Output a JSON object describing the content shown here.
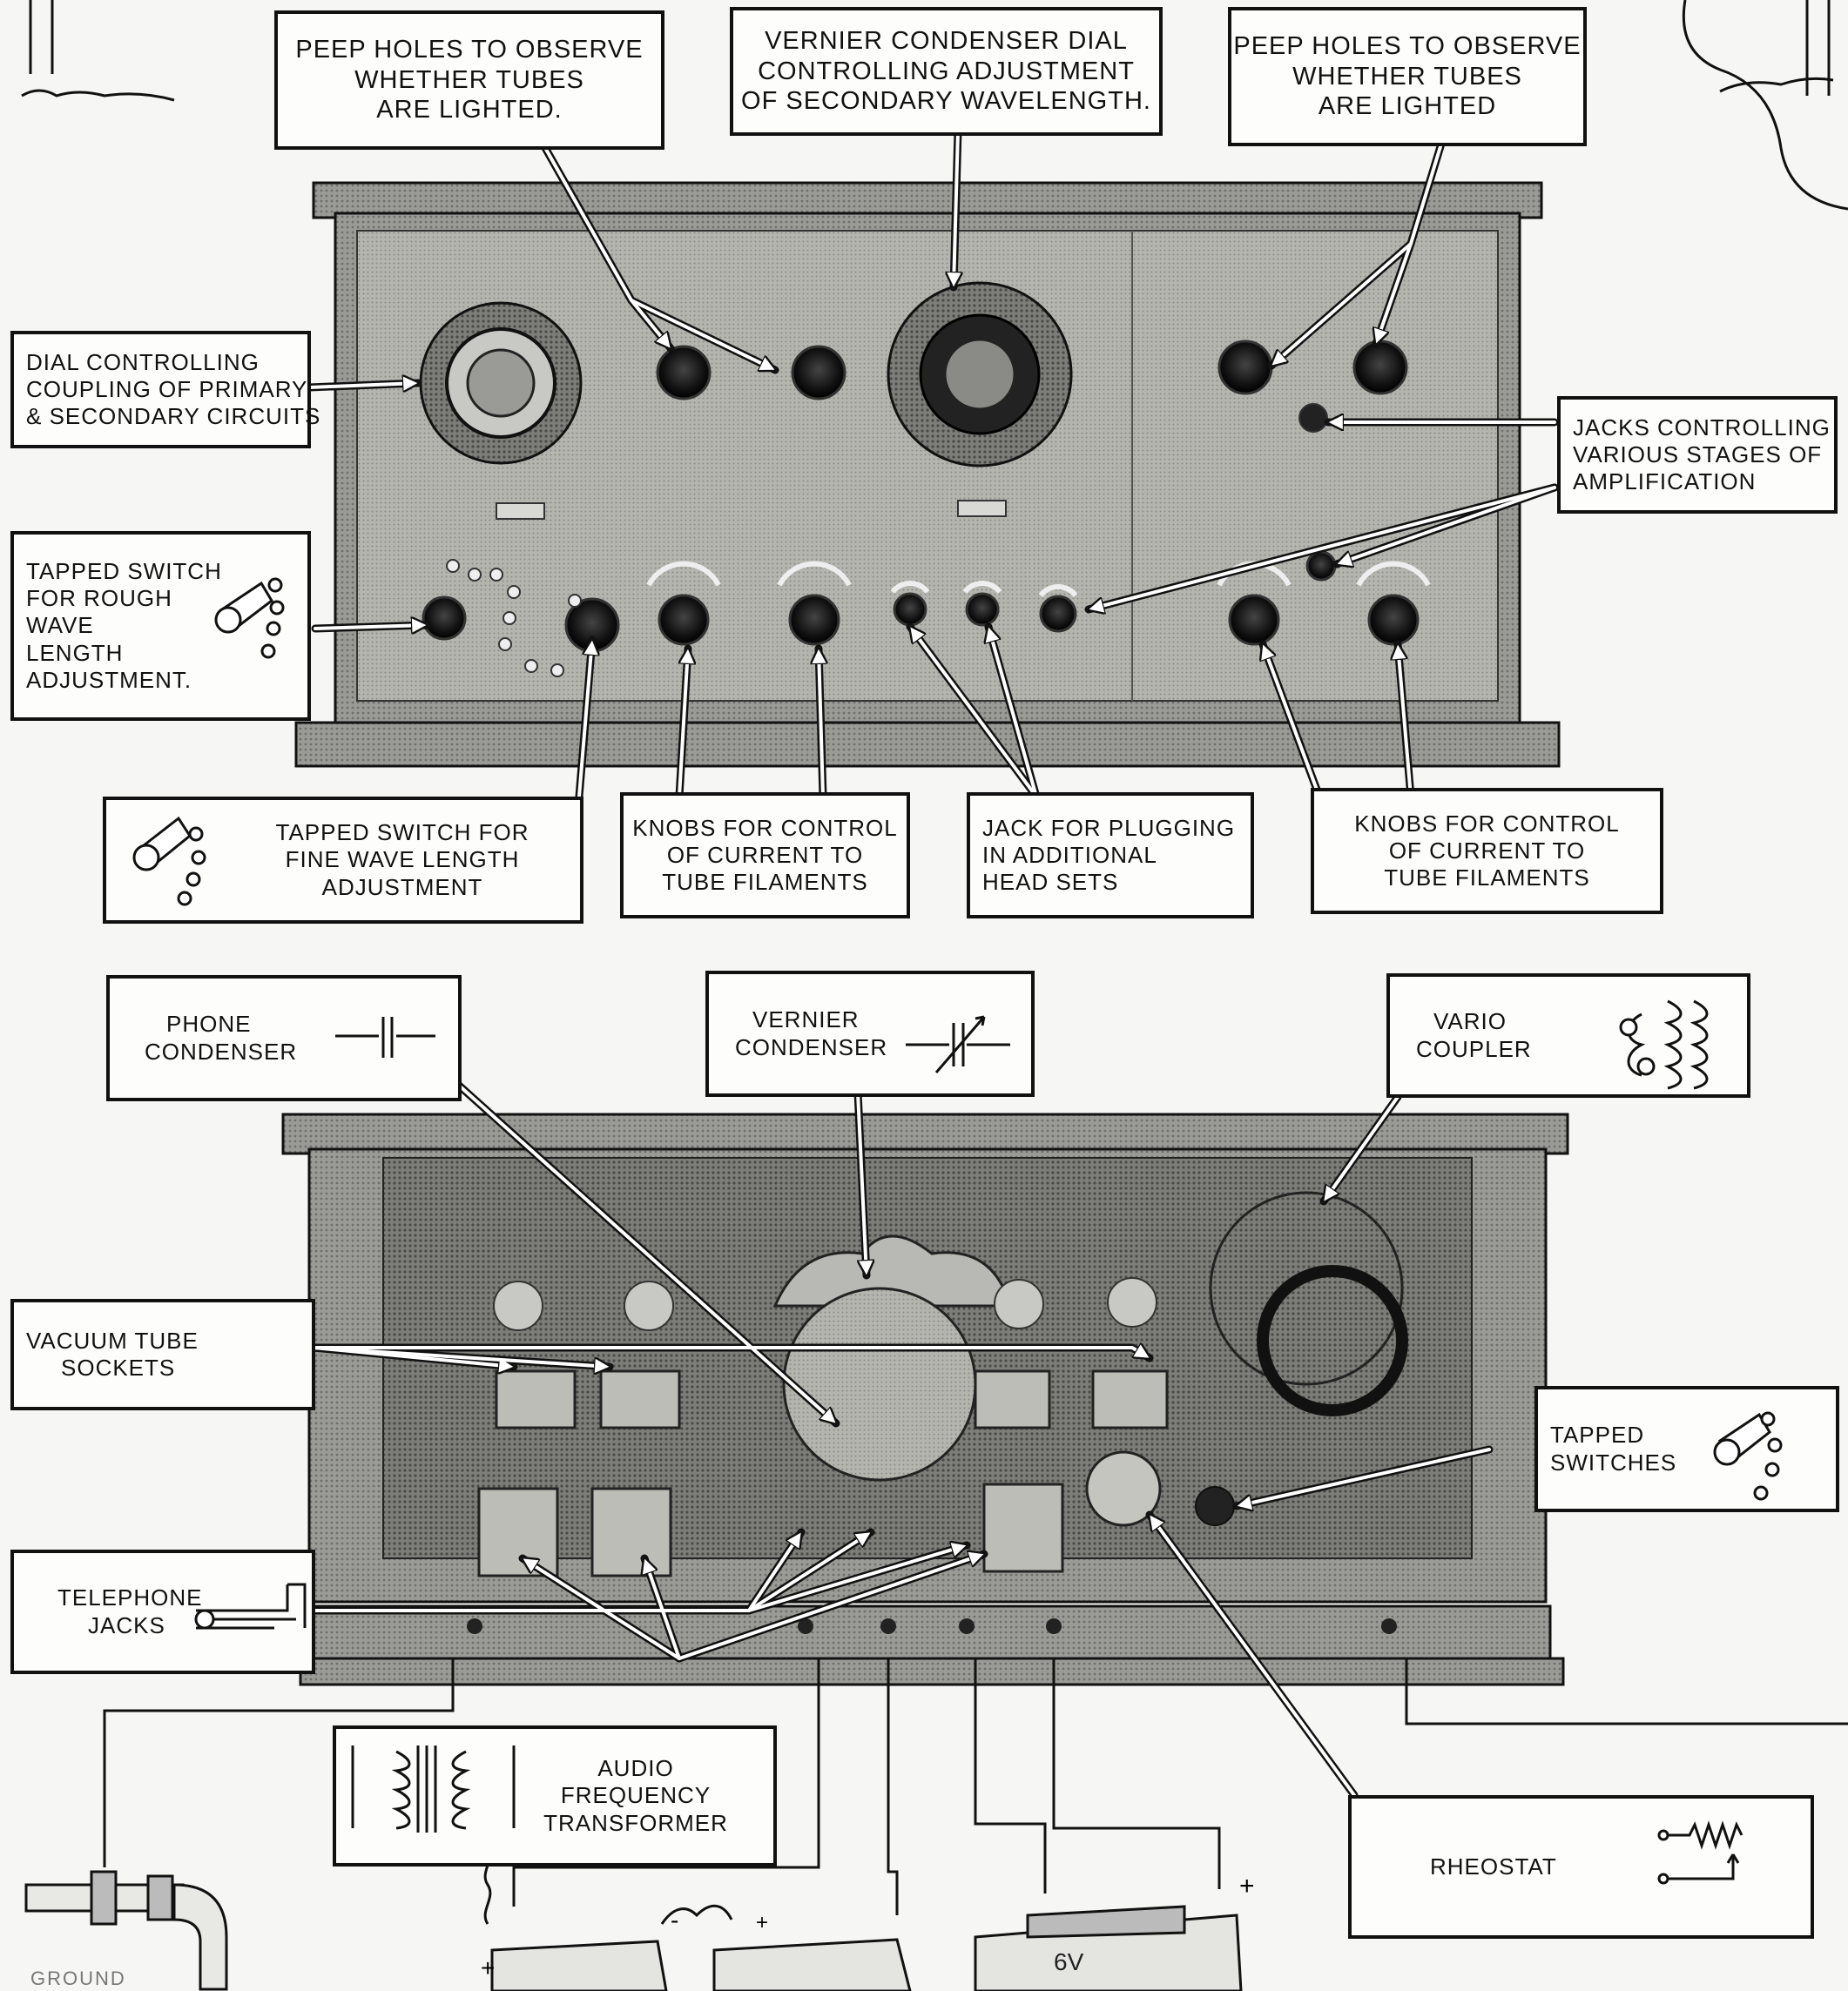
{
  "front_panel": {
    "peep_left": [
      "PEEP HOLES TO OBSERVE",
      "WHETHER TUBES",
      "ARE LIGHTED."
    ],
    "vernier_dial": [
      "VERNIER CONDENSER DIAL",
      "CONTROLLING ADJUSTMENT",
      "OF SECONDARY WAVELENGTH."
    ],
    "peep_right": [
      "PEEP HOLES TO OBSERVE",
      "WHETHER TUBES",
      "ARE LIGHTED"
    ],
    "dial_coupling": [
      "DIAL CONTROLLING",
      "COUPLING OF PRIMARY",
      "& SECONDARY CIRCUITS"
    ],
    "jacks_amplification": [
      "JACKS CONTROLLING",
      "VARIOUS STAGES OF",
      "AMPLIFICATION"
    ],
    "rough_switch": [
      "TAPPED SWITCH",
      "FOR ROUGH",
      "WAVE",
      "LENGTH",
      "ADJUSTMENT."
    ],
    "fine_switch": [
      "TAPPED SWITCH FOR",
      "FINE WAVE LENGTH",
      "ADJUSTMENT"
    ],
    "knobs_left": [
      "KNOBS FOR CONTROL",
      "OF CURRENT TO",
      "TUBE FILAMENTS"
    ],
    "jack_headsets": [
      "JACK FOR PLUGGING",
      "IN ADDITIONAL",
      "HEAD SETS"
    ],
    "knobs_right": [
      "KNOBS FOR CONTROL",
      "OF CURRENT TO",
      "TUBE FILAMENTS"
    ]
  },
  "interior": {
    "phone_condenser": [
      "PHONE",
      "CONDENSER"
    ],
    "vernier_condenser": [
      "VERNIER",
      "CONDENSER"
    ],
    "vario_coupler": [
      "VARIO",
      "COUPLER"
    ],
    "vacuum_tube_sockets": [
      "VACUUM TUBE",
      "SOCKETS"
    ],
    "tapped_switches": [
      "TAPPED",
      "SWITCHES"
    ],
    "telephone_jacks": [
      "TELEPHONE",
      "JACKS"
    ],
    "audio_transformer": [
      "AUDIO",
      "FREQUENCY",
      "TRANSFORMER"
    ],
    "rheostat": [
      "RHEOSTAT"
    ]
  },
  "battery": {
    "label": "6V",
    "plus": "+",
    "minus": "-"
  },
  "ground_label": "GROUND",
  "icons": [
    "tapped-switch-icon",
    "capacitor-icon",
    "variable-capacitor-icon",
    "vario-coupler-icon",
    "phone-jack-icon",
    "transformer-icon",
    "rheostat-icon",
    "battery-icon",
    "ground-pipe-icon"
  ]
}
